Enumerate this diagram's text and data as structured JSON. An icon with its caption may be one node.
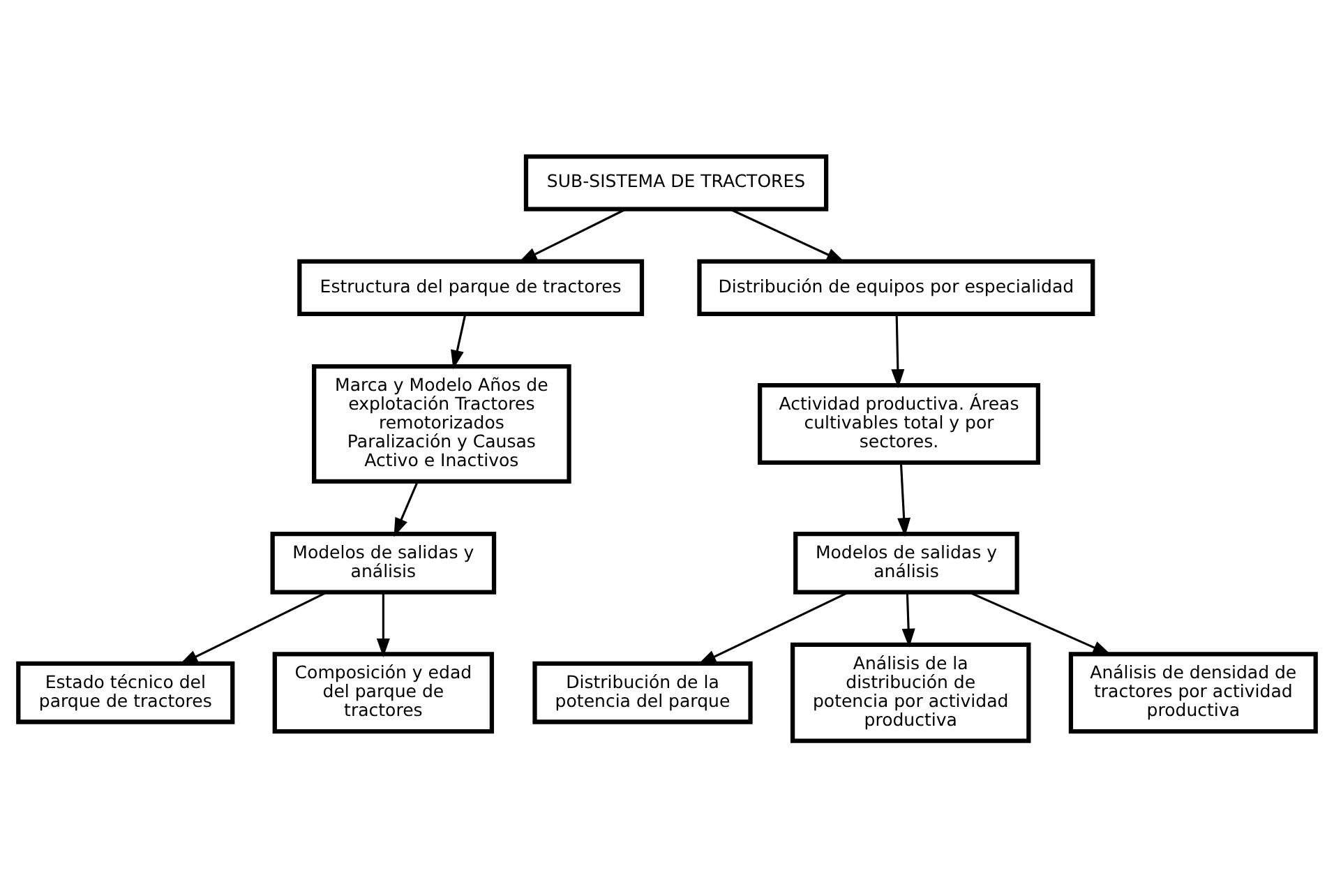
{
  "diagram": {
    "nodes": [
      {
        "text": [
          "SUB-SISTEMA DE TRACTORES"
        ]
      },
      {
        "text": [
          "Estructura del parque de tractores"
        ]
      },
      {
        "text": [
          "Distribución de equipos por especialidad"
        ]
      },
      {
        "text": [
          "Marca y Modelo Años de explotación Tractores remotorizados Paralización y Causas Activo e Inactivos"
        ]
      },
      {
        "text": [
          "Modelos de salidas y análisis"
        ]
      },
      {
        "text": [
          "Estado técnico del parque de tractores"
        ]
      },
      {
        "text": [
          "Composición y edad del parque de tractores"
        ]
      },
      {
        "text": [
          "Actividad productiva. Áreas cultivables total y por sectores."
        ]
      },
      {
        "text": [
          "Modelos de salidas y análisis"
        ]
      },
      {
        "text": [
          "Distribución de la potencia del parque"
        ]
      },
      {
        "text": [
          "Análisis de la distribución de potencia por actividad productiva"
        ]
      },
      {
        "text": [
          "Análisis de densidad de tractores por actividad productiva"
        ]
      }
    ],
    "edges": [
      {
        "from": 0,
        "to": 1,
        "arrow": "to"
      },
      {
        "from": 0,
        "to": 2,
        "arrow": "to"
      },
      {
        "from": 1,
        "to": 3,
        "arrow": "to"
      },
      {
        "from": 3,
        "to": 4,
        "arrow": "to"
      },
      {
        "from": 4,
        "to": 5,
        "arrow": "to"
      },
      {
        "from": 4,
        "to": 6,
        "arrow": "to"
      },
      {
        "from": 2,
        "to": 7,
        "arrow": "to"
      },
      {
        "from": 7,
        "to": 8,
        "arrow": "to"
      },
      {
        "from": 8,
        "to": 9,
        "arrow": "to"
      },
      {
        "from": 8,
        "to": 11,
        "arrow": "to"
      },
      {
        "from": 8,
        "to": 10,
        "arrow": "to"
      }
    ]
  }
}
